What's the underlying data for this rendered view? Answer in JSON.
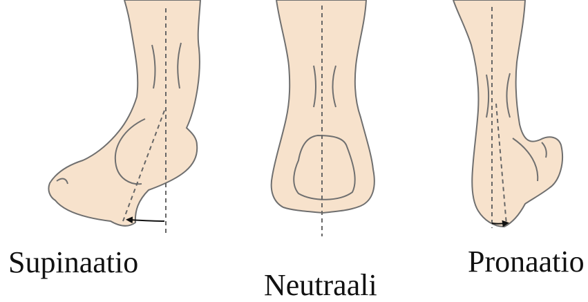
{
  "captions": {
    "supination": "Supinaatio",
    "neutral": "Neutraali",
    "pronation": "Pronaatio"
  },
  "colors": {
    "skin": "#F7E2CC",
    "outline": "#6F6F6F",
    "axis_line": "#666666",
    "arrow": "#111111",
    "text": "#111111"
  }
}
